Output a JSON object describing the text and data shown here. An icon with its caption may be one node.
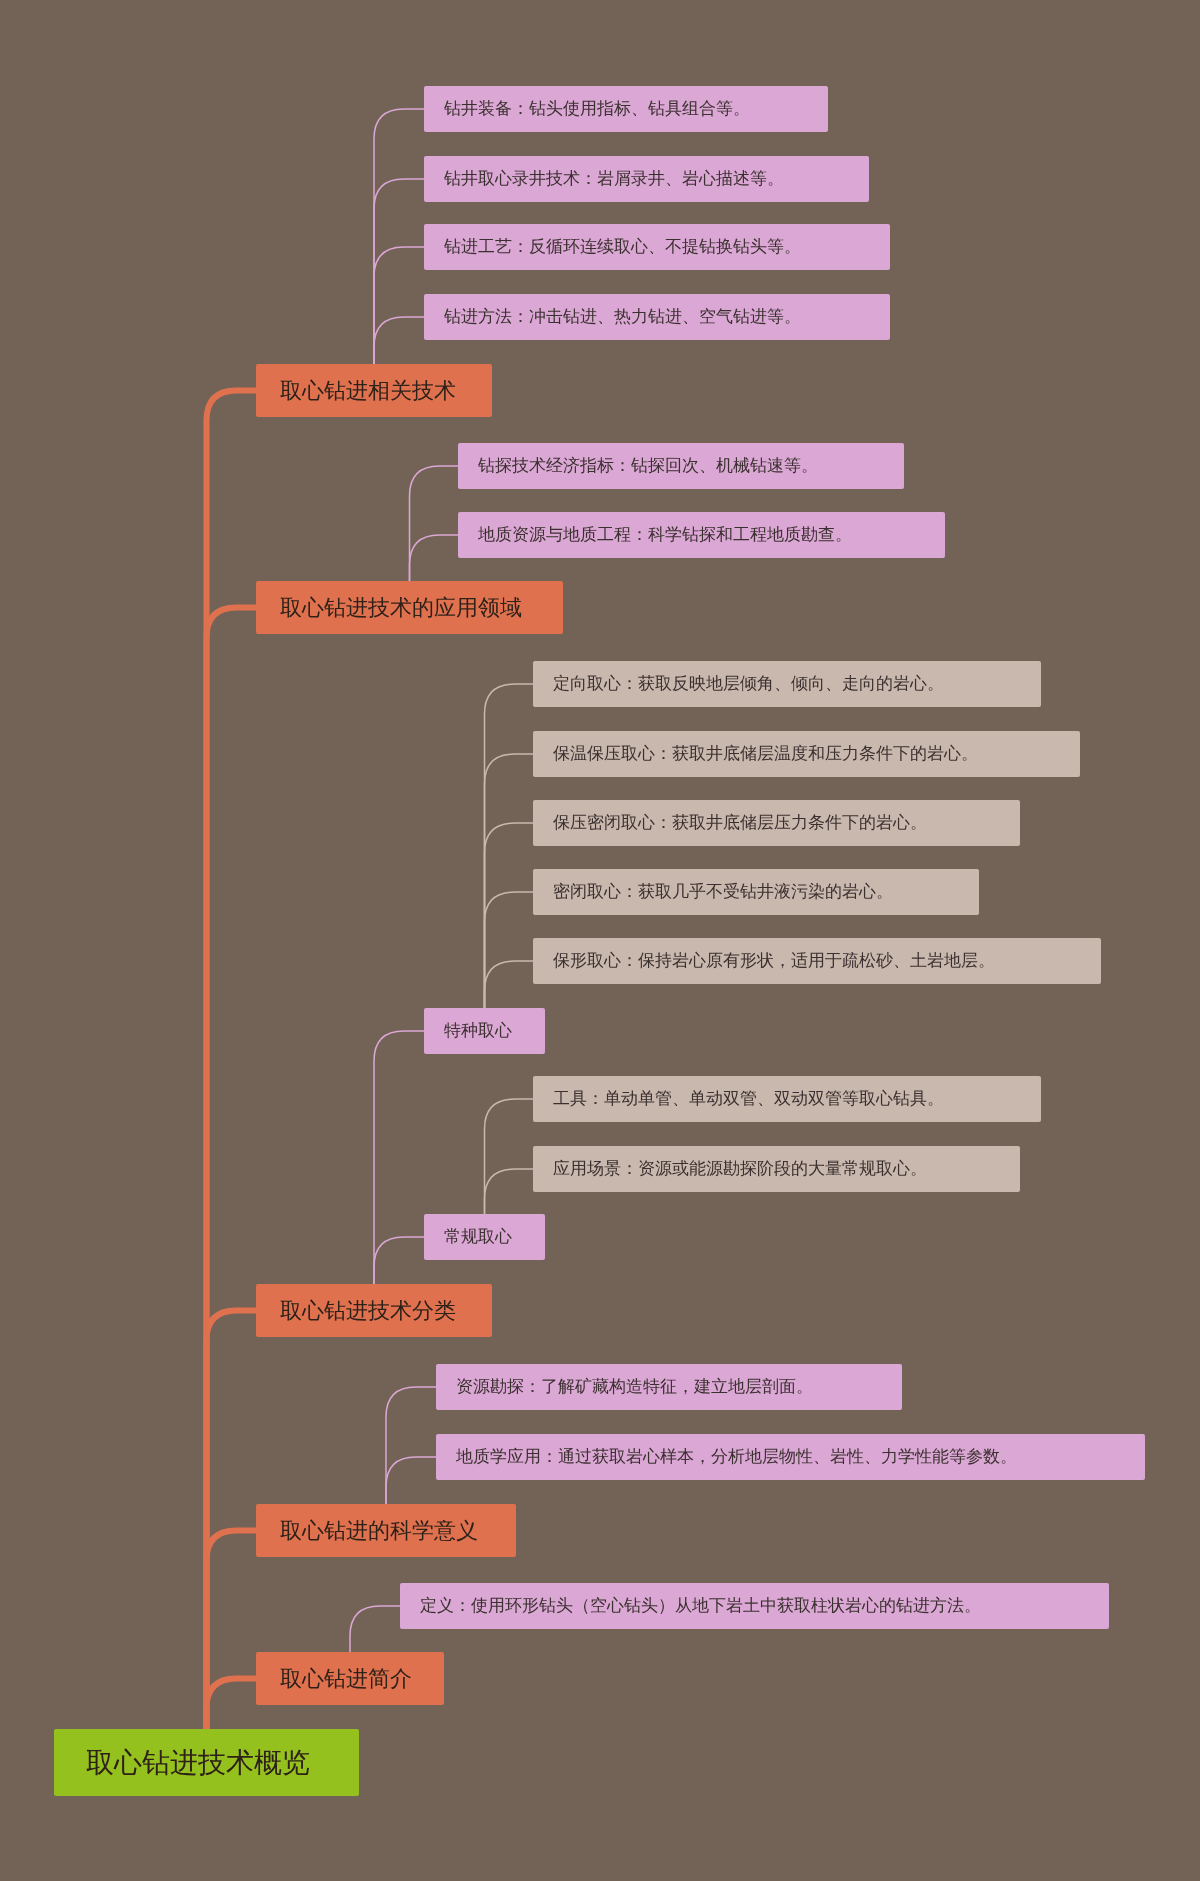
{
  "diagram": {
    "nodes": [
      {
        "text": [
          "钻井装备：钻头使用指标、钻具组合等。"
        ]
      },
      {
        "text": [
          "钻井取心录井技术：岩屑录井、岩心描述等。"
        ]
      },
      {
        "text": [
          "钻进工艺：反循环连续取心、不提钻换钻头等。"
        ]
      },
      {
        "text": [
          "钻进方法：冲击钻进、热力钻进、空气钻进等。"
        ]
      },
      {
        "text": [
          "取心钻进相关技术"
        ]
      },
      {
        "text": [
          "钻探技术经济指标：钻探回次、机械钻速等。"
        ]
      },
      {
        "text": [
          "地质资源与地质工程：科学钻探和工程地质勘查。"
        ]
      },
      {
        "text": [
          "取心钻进技术的应用领域"
        ]
      },
      {
        "text": [
          "定向取心：获取反映地层倾角、倾向、走向的岩心。"
        ]
      },
      {
        "text": [
          "保温保压取心：获取井底储层温度和压力条件下的岩心。"
        ]
      },
      {
        "text": [
          "保压密闭取心：获取井底储层压力条件下的岩心。"
        ]
      },
      {
        "text": [
          "密闭取心：获取几乎不受钻井液污染的岩心。"
        ]
      },
      {
        "text": [
          "保形取心：保持岩心原有形状，适用于疏松砂、土岩地层。"
        ]
      },
      {
        "text": [
          "特种取心"
        ]
      },
      {
        "text": [
          "工具：单动单管、单动双管、双动双管等取心钻具。"
        ]
      },
      {
        "text": [
          "应用场景：资源或能源勘探阶段的大量常规取心。"
        ]
      },
      {
        "text": [
          "常规取心"
        ]
      },
      {
        "text": [
          "取心钻进技术分类"
        ]
      },
      {
        "text": [
          "资源勘探：了解矿藏构造特征，建立地层剖面。"
        ]
      },
      {
        "text": [
          "地质学应用：通过获取岩心样本，分析地层物性、岩性、力学性能等参数。"
        ]
      },
      {
        "text": [
          "取心钻进的科学意义"
        ]
      },
      {
        "text": [
          "定义：使用环形钻头（空心钻头）从地下岩土中获取柱状岩心的钻进方法。"
        ]
      },
      {
        "text": [
          "取心钻进简介"
        ]
      },
      {
        "text": [
          "取心钻进技术概览"
        ]
      }
    ],
    "edges": [
      {
        "from": 23,
        "to": 4,
        "arrow": "none",
        "style": "thick",
        "color": "#e0714f"
      },
      {
        "from": 23,
        "to": 7,
        "arrow": "none",
        "style": "thick",
        "color": "#e0714f"
      },
      {
        "from": 23,
        "to": 17,
        "arrow": "none",
        "style": "thick",
        "color": "#e0714f"
      },
      {
        "from": 23,
        "to": 20,
        "arrow": "none",
        "style": "thick",
        "color": "#e0714f"
      },
      {
        "from": 23,
        "to": 22,
        "arrow": "none",
        "style": "thick",
        "color": "#e0714f"
      },
      {
        "from": 4,
        "to": 0,
        "arrow": "none"
      },
      {
        "from": 4,
        "to": 1,
        "arrow": "none"
      },
      {
        "from": 4,
        "to": 2,
        "arrow": "none"
      },
      {
        "from": 4,
        "to": 3,
        "arrow": "none"
      },
      {
        "from": 7,
        "to": 5,
        "arrow": "none"
      },
      {
        "from": 7,
        "to": 6,
        "arrow": "none"
      },
      {
        "from": 17,
        "to": 13,
        "arrow": "none"
      },
      {
        "from": 17,
        "to": 16,
        "arrow": "none"
      },
      {
        "from": 13,
        "to": 8,
        "arrow": "none",
        "color": "#c9b8ad"
      },
      {
        "from": 13,
        "to": 9,
        "arrow": "none",
        "color": "#c9b8ad"
      },
      {
        "from": 13,
        "to": 10,
        "arrow": "none",
        "color": "#c9b8ad"
      },
      {
        "from": 13,
        "to": 11,
        "arrow": "none",
        "color": "#c9b8ad"
      },
      {
        "from": 13,
        "to": 12,
        "arrow": "none",
        "color": "#c9b8ad"
      },
      {
        "from": 16,
        "to": 14,
        "arrow": "none",
        "color": "#c9b8ad"
      },
      {
        "from": 16,
        "to": 15,
        "arrow": "none",
        "color": "#c9b8ad"
      },
      {
        "from": 20,
        "to": 18,
        "arrow": "none"
      },
      {
        "from": 20,
        "to": 19,
        "arrow": "none"
      },
      {
        "from": 22,
        "to": 21,
        "arrow": "none"
      }
    ]
  }
}
